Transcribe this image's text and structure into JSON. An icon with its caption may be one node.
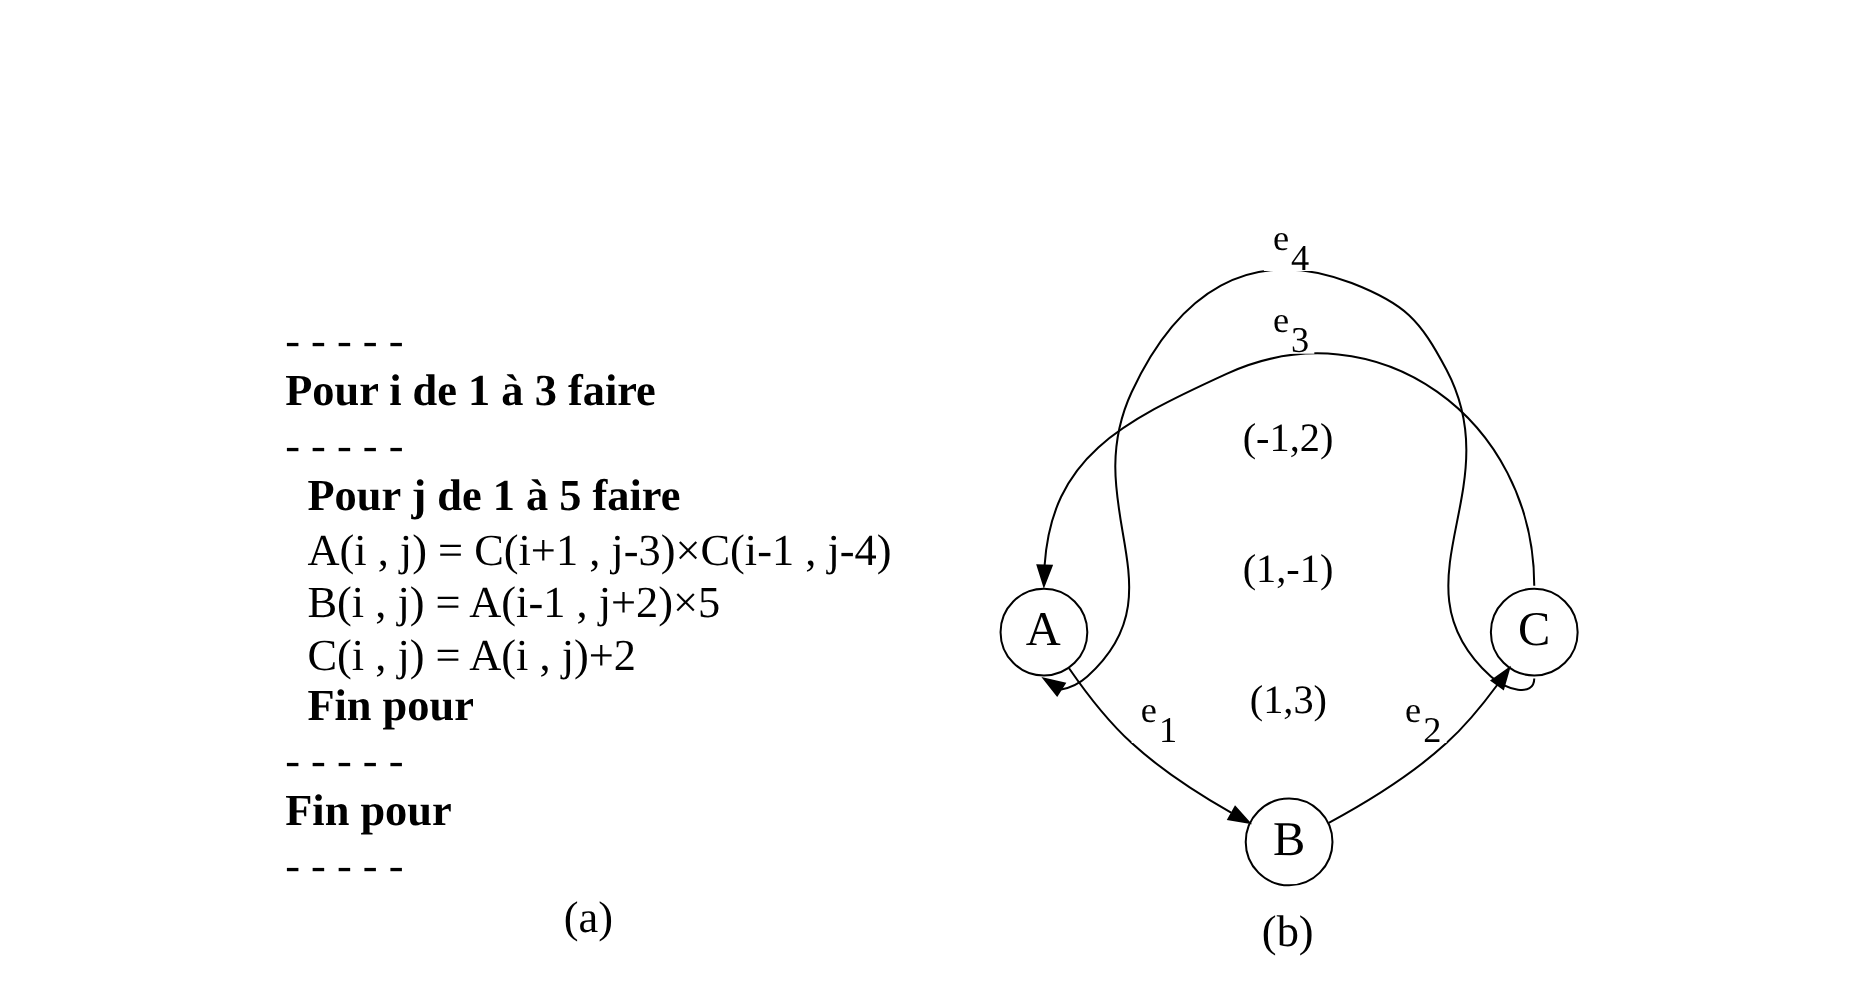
{
  "diagram": {
    "nodes": [
      {
        "text": [
          "A"
        ]
      },
      {
        "text": [
          "B"
        ]
      },
      {
        "text": [
          "C"
        ]
      }
    ],
    "edges": [
      {
        "from": 0,
        "to": 1,
        "arrow": "to",
        "label": "e$_{1}$"
      },
      {
        "from": 1,
        "to": 2,
        "arrow": "to",
        "label": "e$_{2}$"
      },
      {
        "from": 2,
        "to": 0,
        "arrow": "to",
        "label": "e$_{3}$"
      },
      {
        "from": 2,
        "to": 0,
        "arrow": "to",
        "label": "e$_{4}$"
      }
    ],
    "labels": [
      "- - - - -",
      "**Pour i de 1 à 3 faire**",
      "- - - - -",
      "**Pour j de 1 à 5 faire**",
      "A(i , j) = C(i+1 , j-3)×C(i-1 , j-4)",
      "B(i , j) = A(i-1 , j+2)×5",
      "C(i , j) = A(i , j)+2",
      "**Fin pour**",
      "- - - - -",
      "**Fin pour**",
      "- - - - -",
      "(a)",
      "(1,3)",
      "(1,-1)",
      "(-1,2)",
      "(b)"
    ]
  }
}
